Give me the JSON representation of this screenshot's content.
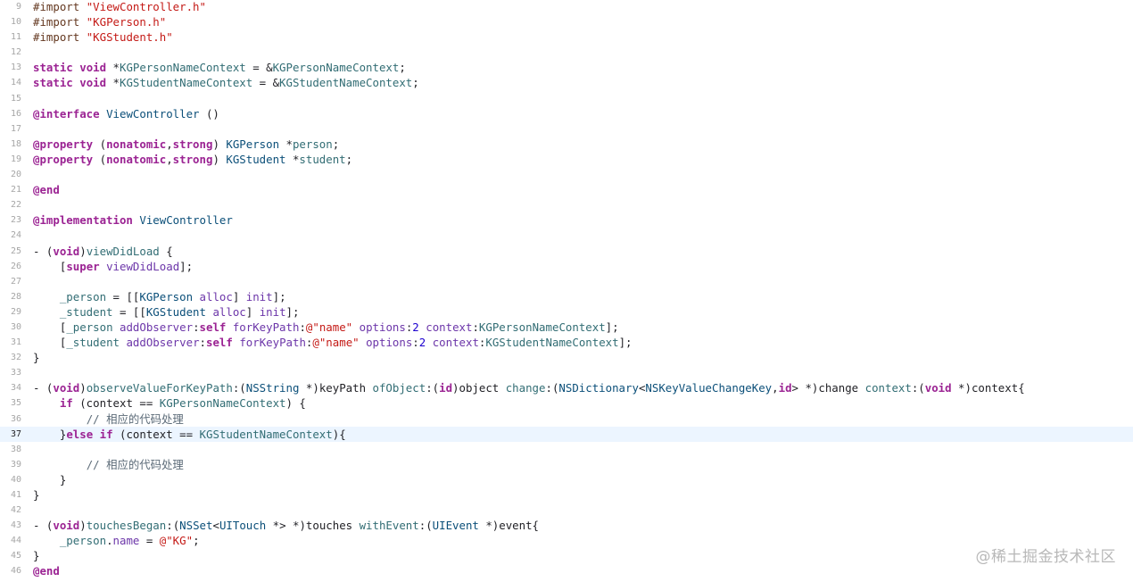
{
  "lines": [
    {
      "n": "9",
      "tokens": [
        [
          "pre",
          "#import "
        ],
        [
          "str",
          "\"ViewController.h\""
        ]
      ]
    },
    {
      "n": "10",
      "tokens": [
        [
          "pre",
          "#import "
        ],
        [
          "str",
          "\"KGPerson.h\""
        ]
      ]
    },
    {
      "n": "11",
      "tokens": [
        [
          "pre",
          "#import "
        ],
        [
          "str",
          "\"KGStudent.h\""
        ]
      ]
    },
    {
      "n": "12",
      "tokens": []
    },
    {
      "n": "13",
      "tokens": [
        [
          "kw",
          "static"
        ],
        [
          "plain",
          " "
        ],
        [
          "kw",
          "void"
        ],
        [
          "plain",
          " *"
        ],
        [
          "fn",
          "KGPersonNameContext"
        ],
        [
          "plain",
          " = &"
        ],
        [
          "fn",
          "KGPersonNameContext"
        ],
        [
          "plain",
          ";"
        ]
      ]
    },
    {
      "n": "14",
      "tokens": [
        [
          "kw",
          "static"
        ],
        [
          "plain",
          " "
        ],
        [
          "kw",
          "void"
        ],
        [
          "plain",
          " *"
        ],
        [
          "fn",
          "KGStudentNameContext"
        ],
        [
          "plain",
          " = &"
        ],
        [
          "fn",
          "KGStudentNameContext"
        ],
        [
          "plain",
          ";"
        ]
      ]
    },
    {
      "n": "15",
      "tokens": []
    },
    {
      "n": "16",
      "tokens": [
        [
          "kw",
          "@interface"
        ],
        [
          "plain",
          " "
        ],
        [
          "cls",
          "ViewController"
        ],
        [
          "plain",
          " ()"
        ]
      ]
    },
    {
      "n": "17",
      "tokens": []
    },
    {
      "n": "18",
      "tokens": [
        [
          "kw",
          "@property"
        ],
        [
          "plain",
          " ("
        ],
        [
          "kw",
          "nonatomic"
        ],
        [
          "plain",
          ","
        ],
        [
          "kw",
          "strong"
        ],
        [
          "plain",
          ") "
        ],
        [
          "cls",
          "KGPerson"
        ],
        [
          "plain",
          " *"
        ],
        [
          "fn",
          "person"
        ],
        [
          "plain",
          ";"
        ]
      ]
    },
    {
      "n": "19",
      "tokens": [
        [
          "kw",
          "@property"
        ],
        [
          "plain",
          " ("
        ],
        [
          "kw",
          "nonatomic"
        ],
        [
          "plain",
          ","
        ],
        [
          "kw",
          "strong"
        ],
        [
          "plain",
          ") "
        ],
        [
          "cls",
          "KGStudent"
        ],
        [
          "plain",
          " *"
        ],
        [
          "fn",
          "student"
        ],
        [
          "plain",
          ";"
        ]
      ]
    },
    {
      "n": "20",
      "tokens": []
    },
    {
      "n": "21",
      "tokens": [
        [
          "kw",
          "@end"
        ]
      ]
    },
    {
      "n": "22",
      "tokens": []
    },
    {
      "n": "23",
      "tokens": [
        [
          "kw",
          "@implementation"
        ],
        [
          "plain",
          " "
        ],
        [
          "cls",
          "ViewController"
        ]
      ]
    },
    {
      "n": "24",
      "tokens": []
    },
    {
      "n": "25",
      "tokens": [
        [
          "plain",
          "- ("
        ],
        [
          "kw",
          "void"
        ],
        [
          "plain",
          ")"
        ],
        [
          "fn",
          "viewDidLoad"
        ],
        [
          "plain",
          " {"
        ]
      ]
    },
    {
      "n": "26",
      "tokens": [
        [
          "plain",
          "    ["
        ],
        [
          "kw",
          "super"
        ],
        [
          "plain",
          " "
        ],
        [
          "meth",
          "viewDidLoad"
        ],
        [
          "plain",
          "];"
        ]
      ]
    },
    {
      "n": "27",
      "tokens": []
    },
    {
      "n": "28",
      "tokens": [
        [
          "plain",
          "    "
        ],
        [
          "fn",
          "_person"
        ],
        [
          "plain",
          " = [["
        ],
        [
          "cls",
          "KGPerson"
        ],
        [
          "plain",
          " "
        ],
        [
          "meth",
          "alloc"
        ],
        [
          "plain",
          "] "
        ],
        [
          "meth",
          "init"
        ],
        [
          "plain",
          "];"
        ]
      ]
    },
    {
      "n": "29",
      "tokens": [
        [
          "plain",
          "    "
        ],
        [
          "fn",
          "_student"
        ],
        [
          "plain",
          " = [["
        ],
        [
          "cls",
          "KGStudent"
        ],
        [
          "plain",
          " "
        ],
        [
          "meth",
          "alloc"
        ],
        [
          "plain",
          "] "
        ],
        [
          "meth",
          "init"
        ],
        [
          "plain",
          "];"
        ]
      ]
    },
    {
      "n": "30",
      "tokens": [
        [
          "plain",
          "    ["
        ],
        [
          "fn",
          "_person"
        ],
        [
          "plain",
          " "
        ],
        [
          "meth",
          "addObserver"
        ],
        [
          "plain",
          ":"
        ],
        [
          "kw",
          "self"
        ],
        [
          "plain",
          " "
        ],
        [
          "meth",
          "forKeyPath"
        ],
        [
          "plain",
          ":"
        ],
        [
          "str",
          "@\"name\""
        ],
        [
          "plain",
          " "
        ],
        [
          "meth",
          "options"
        ],
        [
          "plain",
          ":"
        ],
        [
          "num",
          "2"
        ],
        [
          "plain",
          " "
        ],
        [
          "meth",
          "context"
        ],
        [
          "plain",
          ":"
        ],
        [
          "fn",
          "KGPersonNameContext"
        ],
        [
          "plain",
          "];"
        ]
      ]
    },
    {
      "n": "31",
      "tokens": [
        [
          "plain",
          "    ["
        ],
        [
          "fn",
          "_student"
        ],
        [
          "plain",
          " "
        ],
        [
          "meth",
          "addObserver"
        ],
        [
          "plain",
          ":"
        ],
        [
          "kw",
          "self"
        ],
        [
          "plain",
          " "
        ],
        [
          "meth",
          "forKeyPath"
        ],
        [
          "plain",
          ":"
        ],
        [
          "str",
          "@\"name\""
        ],
        [
          "plain",
          " "
        ],
        [
          "meth",
          "options"
        ],
        [
          "plain",
          ":"
        ],
        [
          "num",
          "2"
        ],
        [
          "plain",
          " "
        ],
        [
          "meth",
          "context"
        ],
        [
          "plain",
          ":"
        ],
        [
          "fn",
          "KGStudentNameContext"
        ],
        [
          "plain",
          "];"
        ]
      ]
    },
    {
      "n": "32",
      "tokens": [
        [
          "plain",
          "}"
        ]
      ]
    },
    {
      "n": "33",
      "tokens": []
    },
    {
      "n": "34",
      "tokens": [
        [
          "plain",
          "- ("
        ],
        [
          "kw",
          "void"
        ],
        [
          "plain",
          ")"
        ],
        [
          "fn",
          "observeValueForKeyPath"
        ],
        [
          "plain",
          ":("
        ],
        [
          "cls",
          "NSString"
        ],
        [
          "plain",
          " *)keyPath "
        ],
        [
          "fn",
          "ofObject"
        ],
        [
          "plain",
          ":("
        ],
        [
          "kw",
          "id"
        ],
        [
          "plain",
          ")object "
        ],
        [
          "fn",
          "change"
        ],
        [
          "plain",
          ":("
        ],
        [
          "cls",
          "NSDictionary"
        ],
        [
          "plain",
          "<"
        ],
        [
          "cls",
          "NSKeyValueChangeKey"
        ],
        [
          "plain",
          ","
        ],
        [
          "kw",
          "id"
        ],
        [
          "plain",
          "> *)change "
        ],
        [
          "fn",
          "context"
        ],
        [
          "plain",
          ":("
        ],
        [
          "kw",
          "void"
        ],
        [
          "plain",
          " *)context{"
        ]
      ]
    },
    {
      "n": "35",
      "tokens": [
        [
          "plain",
          "    "
        ],
        [
          "kw",
          "if"
        ],
        [
          "plain",
          " (context == "
        ],
        [
          "fn",
          "KGPersonNameContext"
        ],
        [
          "plain",
          ") {"
        ]
      ]
    },
    {
      "n": "36",
      "tokens": [
        [
          "plain",
          "        "
        ],
        [
          "com",
          "// 相应的代码处理"
        ]
      ]
    },
    {
      "n": "37",
      "current": true,
      "tokens": [
        [
          "plain",
          "    }"
        ],
        [
          "kw",
          "else"
        ],
        [
          "plain",
          " "
        ],
        [
          "kw",
          "if"
        ],
        [
          "plain",
          " (context == "
        ],
        [
          "fn",
          "KGStudentNameContext"
        ],
        [
          "plain",
          "){"
        ]
      ]
    },
    {
      "n": "38",
      "tokens": []
    },
    {
      "n": "39",
      "tokens": [
        [
          "plain",
          "        "
        ],
        [
          "com",
          "// 相应的代码处理"
        ]
      ]
    },
    {
      "n": "40",
      "tokens": [
        [
          "plain",
          "    }"
        ]
      ]
    },
    {
      "n": "41",
      "tokens": [
        [
          "plain",
          "}"
        ]
      ]
    },
    {
      "n": "42",
      "tokens": []
    },
    {
      "n": "43",
      "tokens": [
        [
          "plain",
          "- ("
        ],
        [
          "kw",
          "void"
        ],
        [
          "plain",
          ")"
        ],
        [
          "fn",
          "touchesBegan"
        ],
        [
          "plain",
          ":("
        ],
        [
          "cls",
          "NSSet"
        ],
        [
          "plain",
          "<"
        ],
        [
          "cls",
          "UITouch"
        ],
        [
          "plain",
          " *> *)touches "
        ],
        [
          "fn",
          "withEvent"
        ],
        [
          "plain",
          ":("
        ],
        [
          "cls",
          "UIEvent"
        ],
        [
          "plain",
          " *)event{"
        ]
      ]
    },
    {
      "n": "44",
      "tokens": [
        [
          "plain",
          "    "
        ],
        [
          "fn",
          "_person"
        ],
        [
          "plain",
          "."
        ],
        [
          "meth",
          "name"
        ],
        [
          "plain",
          " = "
        ],
        [
          "str",
          "@\"KG\""
        ],
        [
          "plain",
          ";"
        ]
      ]
    },
    {
      "n": "45",
      "tokens": [
        [
          "plain",
          "}"
        ]
      ]
    },
    {
      "n": "46",
      "tokens": [
        [
          "kw",
          "@end"
        ]
      ]
    }
  ],
  "watermark": "@稀土掘金技术社区"
}
